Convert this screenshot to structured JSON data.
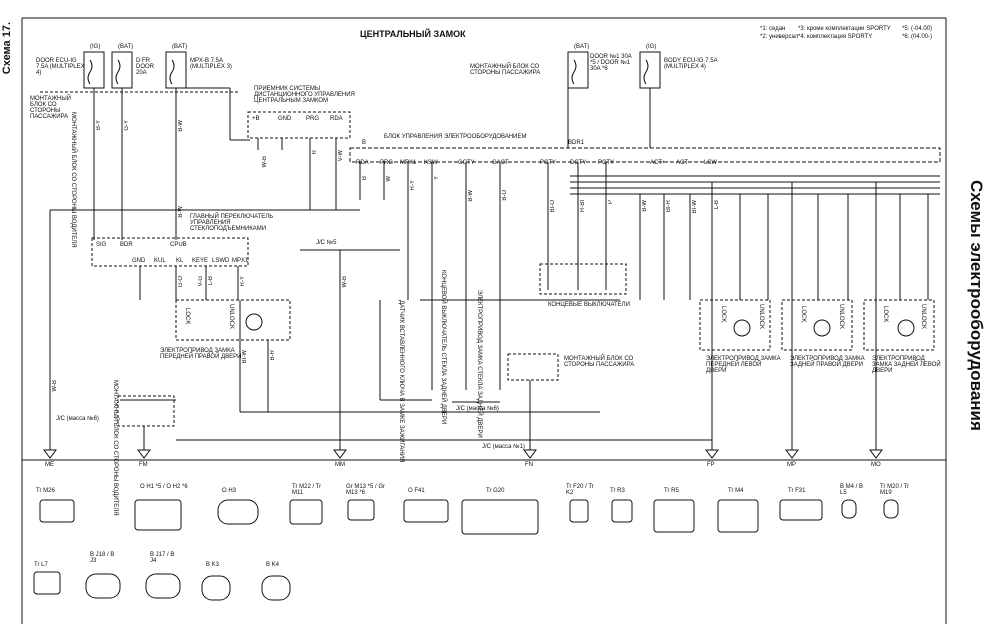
{
  "page": {
    "scheme_no": "Схема 17.",
    "side_title": "Схемы электрооборудования",
    "title": "ЦЕНТРАЛЬНЫЙ ЗАМОК"
  },
  "footnotes": [
    "*1: седан",
    "*2: универсал",
    "*3: кроме комплектации SPORTY",
    "*4: комплектация SPORTY",
    "*5: (-04.00)",
    "*6: (04.00-)"
  ],
  "power": [
    {
      "tag": "(IG)",
      "text": "DOOR ECU-IG 7.5A (MULTIPLEX 4)"
    },
    {
      "tag": "(BAT)",
      "text": "D FR DOOR 20A"
    },
    {
      "tag": "(BAT)",
      "text": "MPX-B 7.5A (MULTIPLEX 3)"
    },
    {
      "tag": "(BAT)",
      "text": "DOOR №1 30A *5 / DOOR №1 30A *6"
    },
    {
      "tag": "(IG)",
      "text": "BODY ECU-IG 7.5A (MULTIPLEX 4)"
    }
  ],
  "labels": {
    "mount_driver": "МОНТАЖНЫЙ БЛОК СО СТОРОНЫ ПАССАЖИРА",
    "mount_driver_vert": "МОНТАЖНЫЙ БЛОК СО СТОРОНЫ ВОДИТЕЛЯ",
    "receiver": "ПРИЕМНИК СИСТЕМЫ ДИСТАНЦИОННОГО УПРАВЛЕНИЯ ЦЕНТРАЛЬНЫМ ЗАМКОМ",
    "mount_pass_top": "МОНТАЖНЫЙ БЛОК СО СТОРОНЫ ПАССАЖИРА",
    "ecu": "БЛОК УПРАВЛЕНИЯ ЭЛЕКТРООБОРУДОВАНИЕМ",
    "main_switch": "ГЛАВНЫЙ ПЕРЕКЛЮЧАТЕЛЬ УПРАВЛЕНИЯ СТЕКЛОПОДЪЕМНИКАМИ",
    "jc5": "J/C №5",
    "front_right": "ЭЛЕКТРОПРИВОД ЗАМКА ПЕРЕДНЕЙ ПРАВОЙ ДВЕРИ",
    "door_sw": "КОНЦЕВЫЕ ВЫКЛЮЧАТЕЛИ",
    "mount_pass_mid": "МОНТАЖНЫЙ БЛОК СО СТОРОНЫ ПАССАЖИРА",
    "front_left": "ЭЛЕКТРОПРИВОД ЗАМКА ПЕРЕДНЕЙ ЛЕВОЙ ДВЕРИ",
    "rear_right": "ЭЛЕКТРОПРИВОД ЗАМКА ЗАДНЕЙ ПРАВОЙ ДВЕРИ",
    "rear_left": "ЭЛЕКТРОПРИВОД ЗАМКА ЗАДНЕЙ ЛЕВОЙ ДВЕРИ",
    "jc_mass6": "J/C (масса №6)",
    "jc_mass6b": "J/C (масса №6)",
    "jc_mass1": "J/C (масса №1)",
    "key_sw": "ДАТЧИК ВСТАВЛЕННОГО КЛЮЧА В ЗАМКЕ ЗАЖИГАНИЯ",
    "tail_sw": "КОНЦЕВОЙ ВЫКЛЮЧАТЕЛЬ СТЕКЛА ЗАДНЕЙ ДВЕРИ",
    "tail_act": "ЭЛЕКТРОПРИВОД ЗАМКА СТЕКЛА ЗАДНЕЙ ДВЕРИ",
    "mount_drv_low": "МОНТАЖНЫЙ БЛОК СО СТОРОНЫ ВОДИТЕЛЯ",
    "lock": "LOCK",
    "unlock": "UNLOCK"
  },
  "ecu_pins": [
    "RDA",
    "PRG",
    "MPX1",
    "KSW",
    "GCTY",
    "GACT",
    "B",
    "PCTY",
    "BDR1",
    "DCTY",
    "PCTY",
    "ACT+",
    "ACT-",
    "LSW"
  ],
  "switch_pins_top": [
    "SIG",
    "BDR",
    "CPUB"
  ],
  "switch_pins_bot": [
    "GND",
    "KUL",
    "KL",
    "KEYE",
    "LSWD",
    "MPX1"
  ],
  "receiver_pins": [
    "+B",
    "GND",
    "PRG",
    "RDA"
  ],
  "wires": [
    "B-Y",
    "G-Y",
    "B-W",
    "B-W",
    "B",
    "W-B",
    "R",
    "V-W",
    "W",
    "Y",
    "B-W",
    "B-O",
    "R-Y",
    "R-BI",
    "P",
    "BI-O",
    "B-W",
    "BI-R",
    "BI-W",
    "W-B",
    "G-O",
    "L-B",
    "V-G",
    "R-Y",
    "B-R",
    "BI-W",
    "W-B",
    "L-B"
  ],
  "ground_points": [
    "ME",
    "FM",
    "MM",
    "FN",
    "FP",
    "MP",
    "MO"
  ],
  "connectors_row1": [
    {
      "label": "Tr M26"
    },
    {
      "label": "O H1 *5 / O H2 *6"
    },
    {
      "label": "O H3"
    },
    {
      "label": "Tr M22 / Tr M11"
    },
    {
      "label": "Gr M13 *5 / Gr M13 *6"
    },
    {
      "label": "O F41"
    },
    {
      "label": "Tr G20"
    },
    {
      "label": "Tr F20 / Tr K2"
    },
    {
      "label": "Tr R3"
    },
    {
      "label": "Tr R5"
    },
    {
      "label": "Tr M4"
    },
    {
      "label": "Tr F31"
    },
    {
      "label": "B M4 / B L5"
    },
    {
      "label": "Tr M20 / Tr M19"
    }
  ],
  "connectors_row2": [
    {
      "label": "Tr L7"
    },
    {
      "label": "B J18 / B J3"
    },
    {
      "label": "B J17 / B J4"
    },
    {
      "label": "B K3"
    },
    {
      "label": "B K4"
    }
  ]
}
